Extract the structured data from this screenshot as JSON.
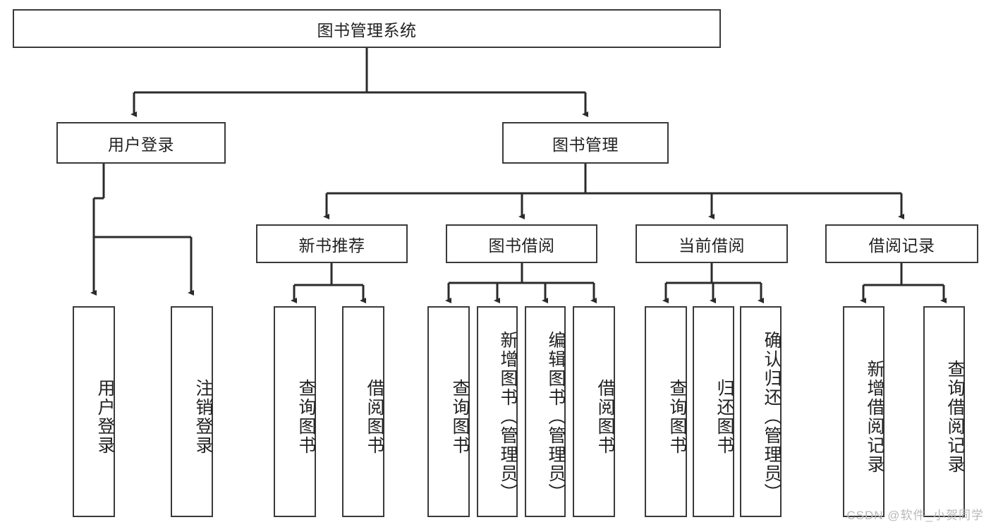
{
  "diagram": {
    "type": "tree-hierarchy",
    "title": "图书管理系统",
    "watermark": "CSDN @软件_小贺同学",
    "colors": {
      "box_border": "#3a3a3a",
      "box_fill": "#ffffff",
      "edge": "#2b2b2b",
      "text": "#222222",
      "watermark": "#b9b9b9"
    },
    "nodes": {
      "root": {
        "label": "图书管理系统",
        "level": 1,
        "orientation": "horizontal"
      },
      "l2": [
        {
          "id": "user-login",
          "label": "用户登录",
          "level": 2,
          "orientation": "horizontal"
        },
        {
          "id": "book-manage",
          "label": "图书管理",
          "level": 2,
          "orientation": "horizontal"
        }
      ],
      "l3": [
        {
          "id": "new-book-recommend",
          "label": "新书推荐",
          "level": 3,
          "orientation": "horizontal"
        },
        {
          "id": "book-borrow",
          "label": "图书借阅",
          "level": 3,
          "orientation": "horizontal"
        },
        {
          "id": "current-borrow",
          "label": "当前借阅",
          "level": 3,
          "orientation": "horizontal"
        },
        {
          "id": "borrow-record",
          "label": "借阅记录",
          "level": 3,
          "orientation": "horizontal"
        }
      ],
      "leaves": [
        {
          "id": "leaf-user-login",
          "label": "用户登录",
          "parent": "user-login",
          "orientation": "vertical"
        },
        {
          "id": "leaf-user-logout",
          "label": "注销登录",
          "parent": "user-login",
          "orientation": "vertical"
        },
        {
          "id": "leaf-query-book-1",
          "label": "查询图书",
          "parent": "new-book-recommend",
          "orientation": "vertical"
        },
        {
          "id": "leaf-borrow-book-1",
          "label": "借阅图书",
          "parent": "new-book-recommend",
          "orientation": "vertical"
        },
        {
          "id": "leaf-query-book-2",
          "label": "查询图书",
          "parent": "book-borrow",
          "orientation": "vertical"
        },
        {
          "id": "leaf-add-book",
          "label": "新增图书（管理员）",
          "parent": "book-borrow",
          "orientation": "vertical"
        },
        {
          "id": "leaf-edit-book",
          "label": "编辑图书（管理员）",
          "parent": "book-borrow",
          "orientation": "vertical"
        },
        {
          "id": "leaf-borrow-book-2",
          "label": "借阅图书",
          "parent": "book-borrow",
          "orientation": "vertical"
        },
        {
          "id": "leaf-query-book-3",
          "label": "查询图书",
          "parent": "current-borrow",
          "orientation": "vertical"
        },
        {
          "id": "leaf-return-book",
          "label": "归还图书",
          "parent": "current-borrow",
          "orientation": "vertical"
        },
        {
          "id": "leaf-confirm-return",
          "label": "确认归还（管理员）",
          "parent": "current-borrow",
          "orientation": "vertical"
        },
        {
          "id": "leaf-add-record",
          "label": "新增借阅记录",
          "parent": "borrow-record",
          "orientation": "vertical"
        },
        {
          "id": "leaf-query-record",
          "label": "查询借阅记录",
          "parent": "borrow-record",
          "orientation": "vertical"
        }
      ]
    }
  }
}
